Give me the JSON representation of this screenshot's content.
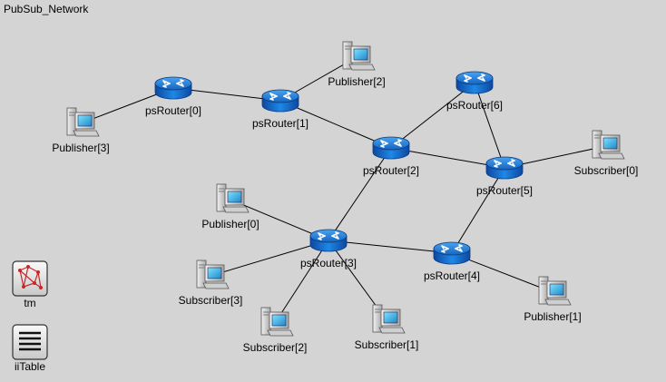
{
  "network": {
    "title": "PubSub_Network",
    "nodes": [
      {
        "id": "psRouter0",
        "label": "psRouter[0]",
        "type": "router"
      },
      {
        "id": "psRouter1",
        "label": "psRouter[1]",
        "type": "router"
      },
      {
        "id": "psRouter2",
        "label": "psRouter[2]",
        "type": "router"
      },
      {
        "id": "psRouter3",
        "label": "psRouter[3]",
        "type": "router"
      },
      {
        "id": "psRouter4",
        "label": "psRouter[4]",
        "type": "router"
      },
      {
        "id": "psRouter5",
        "label": "psRouter[5]",
        "type": "router"
      },
      {
        "id": "psRouter6",
        "label": "psRouter[6]",
        "type": "router"
      },
      {
        "id": "Publisher0",
        "label": "Publisher[0]",
        "type": "host"
      },
      {
        "id": "Publisher1",
        "label": "Publisher[1]",
        "type": "host"
      },
      {
        "id": "Publisher2",
        "label": "Publisher[2]",
        "type": "host"
      },
      {
        "id": "Publisher3",
        "label": "Publisher[3]",
        "type": "host"
      },
      {
        "id": "Subscriber0",
        "label": "Subscriber[0]",
        "type": "host"
      },
      {
        "id": "Subscriber1",
        "label": "Subscriber[1]",
        "type": "host"
      },
      {
        "id": "Subscriber2",
        "label": "Subscriber[2]",
        "type": "host"
      },
      {
        "id": "Subscriber3",
        "label": "Subscriber[3]",
        "type": "host"
      },
      {
        "id": "tm",
        "label": "tm",
        "type": "tm-tool"
      },
      {
        "id": "iiTable",
        "label": "iiTable",
        "type": "table-tool"
      }
    ],
    "links": [
      [
        "Publisher3",
        "psRouter0"
      ],
      [
        "psRouter0",
        "psRouter1"
      ],
      [
        "psRouter1",
        "Publisher2"
      ],
      [
        "psRouter1",
        "psRouter2"
      ],
      [
        "psRouter2",
        "psRouter6"
      ],
      [
        "psRouter2",
        "psRouter5"
      ],
      [
        "psRouter6",
        "psRouter5"
      ],
      [
        "psRouter5",
        "Subscriber0"
      ],
      [
        "psRouter2",
        "psRouter3"
      ],
      [
        "psRouter3",
        "Publisher0"
      ],
      [
        "psRouter3",
        "Subscriber3"
      ],
      [
        "psRouter3",
        "Subscriber2"
      ],
      [
        "psRouter3",
        "Subscriber1"
      ],
      [
        "psRouter3",
        "psRouter4"
      ],
      [
        "psRouter4",
        "psRouter5"
      ],
      [
        "psRouter4",
        "Publisher1"
      ]
    ],
    "colors": {
      "background": "#d4d4d4",
      "router": "#1565c0",
      "link": "#000000",
      "tm_icon": "#c62828"
    }
  }
}
